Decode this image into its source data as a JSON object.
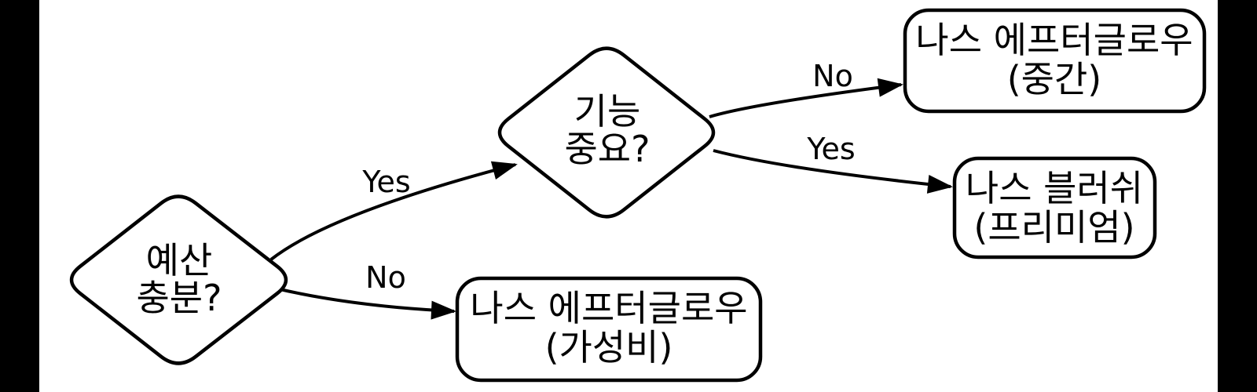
{
  "flowchart": {
    "colors": {
      "background": "#ffffff",
      "letterbox": "#000000",
      "stroke": "#000000",
      "node_fill": "#ffffff",
      "text": "#000000"
    },
    "nodes": [
      {
        "id": "budget",
        "type": "decision",
        "line1": "예산",
        "line2": "충분?"
      },
      {
        "id": "feature",
        "type": "decision",
        "line1": "기능",
        "line2": "중요?"
      },
      {
        "id": "afterglow_mid",
        "type": "result",
        "line1": "나스 에프터글로우",
        "line2": "(중간)"
      },
      {
        "id": "blush_premium",
        "type": "result",
        "line1": "나스 블러쉬",
        "line2": "(프리미엄)"
      },
      {
        "id": "afterglow_value",
        "type": "result",
        "line1": "나스 에프터글로우",
        "line2": "(가성비)"
      }
    ],
    "edges": [
      {
        "from": "budget",
        "to": "feature",
        "label": "Yes"
      },
      {
        "from": "budget",
        "to": "afterglow_value",
        "label": "No"
      },
      {
        "from": "feature",
        "to": "afterglow_mid",
        "label": "No"
      },
      {
        "from": "feature",
        "to": "blush_premium",
        "label": "Yes"
      }
    ]
  }
}
